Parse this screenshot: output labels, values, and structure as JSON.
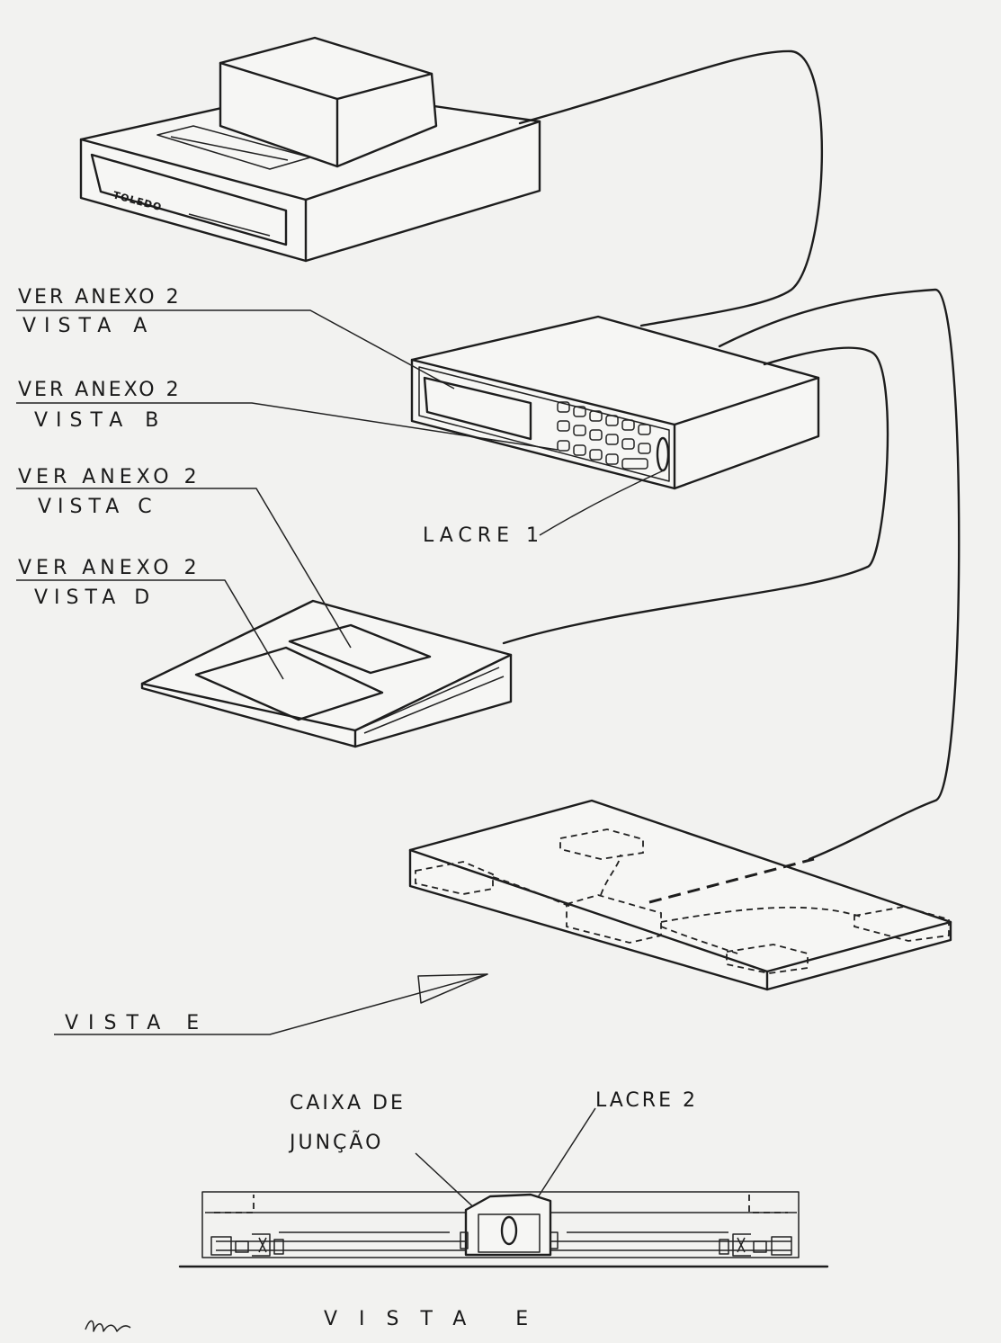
{
  "brand": "TOLEDO",
  "labels": {
    "ver_anexo_a": "VER ANEXO 2",
    "vista_a": "VISTA A",
    "ver_anexo_b": "VER ANEXO 2",
    "vista_b": "VISTA B",
    "ver_anexo_c": "VER ANEXO 2",
    "vista_c": "VISTA C",
    "ver_anexo_d": "VER ANEXO 2",
    "vista_d": "VISTA D",
    "lacre_1": "LACRE 1",
    "vista_e_arrow": "VISTA E",
    "caixa_de": "CAIXA DE",
    "juncao": "JUNÇÃO",
    "lacre_2": "LACRE 2",
    "vista_e_title": "VISTA E"
  }
}
